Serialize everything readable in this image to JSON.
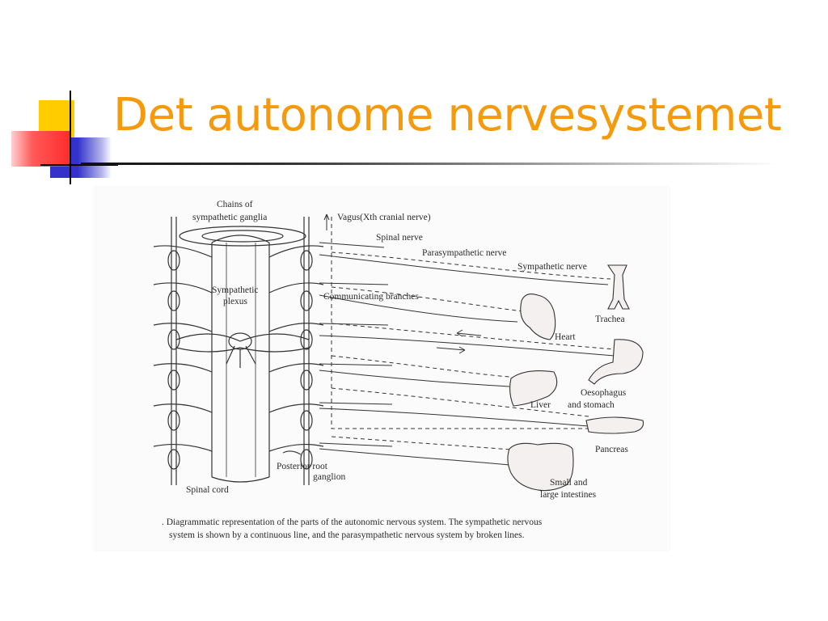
{
  "title": "Det autonome nervesystemet",
  "colors": {
    "title": "#f59a0c",
    "accent_yellow": "#ffcc00",
    "accent_blue": "#3333cc",
    "accent_red": "#ff3333"
  },
  "diagram": {
    "labels": {
      "chains_1": "Chains of",
      "chains_2": "sympathetic ganglia",
      "vagus": "Vagus(Xth cranial nerve)",
      "spinal_nerve": "Spinal nerve",
      "parasympathetic_nerve": "Parasympathetic nerve",
      "sympathetic_nerve": "Sympathetic nerve",
      "sympathetic_plexus_1": "Sympathetic",
      "sympathetic_plexus_2": "plexus",
      "communicating_branches": "Communicating branches",
      "trachea": "Trachea",
      "heart": "Heart",
      "oesophagus_1": "Oesophagus",
      "oesophagus_2": "and stomach",
      "liver": "Liver",
      "pancreas": "Pancreas",
      "intestines_1": "Small and",
      "intestines_2": "large intestines",
      "posterior_root_1": "Posterior root",
      "posterior_root_2": "ganglion",
      "spinal_cord": "Spinal cord"
    },
    "caption_1": ". Diagrammatic representation of the parts of the autonomic nervous system. The sympathetic nervous",
    "caption_2": "system is shown by a continuous line, and the parasympathetic nervous system by broken lines."
  }
}
